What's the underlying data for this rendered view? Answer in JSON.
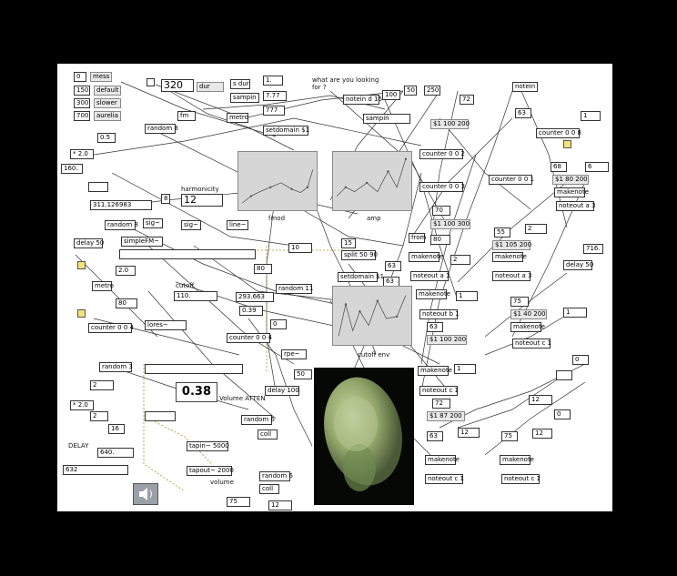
{
  "labels": {
    "mess": "mess",
    "default": "default",
    "slower": "slower",
    "aurelia": "aurelia",
    "dur": "dur",
    "sdur": "s dur",
    "sampin": "sampin",
    "random8a": "random 8",
    "fm": "fm",
    "metro": "metro",
    "setdomain": "setdomain $1",
    "what": "what are you looking for ?",
    "noteind16": "notein d 16",
    "sampin2": "sampin",
    "notein": "notein",
    "r1100200": "$1 100 200",
    "counter008": "counter 0 0 8",
    "harmonicity": "harmonicity",
    "counter002": "counter 0 0 2",
    "counter003": "counter 0 0 3",
    "counter001": "counter 0 0 1",
    "fmod": "fmod",
    "amp": "amp",
    "random8b": "random 8",
    "sig1": "sig~",
    "sig2": "sig~",
    "line": "line~",
    "r1180200": "$1 80 200",
    "makenote1": "makenote",
    "noteoutx": "noteout a 3",
    "simpleFM": "simpleFM~",
    "r1100300": "$1 100 300",
    "delay50a": "delay 50",
    "r1105200": "$1 105 200",
    "from": "from",
    "makenote2": "makenote",
    "noteouta1": "noteout a 1",
    "makenote3": "makenote",
    "noteoutb1": "noteout b 1",
    "makenote4": "makenote",
    "noteouta3": "noteout a 3",
    "delay50b": "delay 50",
    "split": "split 50 90",
    "setdomain2": "setdomain $1",
    "metro2": "metro",
    "cutoff": "cutoff",
    "random11": "random 11",
    "cutoffenv": "cutoff env",
    "counter004a": "counter 0 0 4",
    "lores": "lores~",
    "counter004b": "counter 0 0 4",
    "r1100200b": "$1 100 200",
    "r1140200": "$1 40 200",
    "random3": "random 3",
    "rpe": "rpe~",
    "makenote5": "makenote",
    "noteoutc1a": "noteout c 1",
    "delay100": "delay 100",
    "volume_atten": "Volume ATTEN",
    "random6a": "random 6",
    "coll1": "coll",
    "r1187200": "$1 87 200",
    "delay_label": "DELAY",
    "tapin": "tapin~ 5000",
    "tapout": "tapout~ 2000",
    "volume": "volume",
    "random6b": "random 6",
    "coll2": "coll",
    "makenote6": "makenote",
    "noteoutc1b": "noteout c 1",
    "makenote7": "makenote",
    "noteoutc1c": "noteout c 1"
  },
  "numbers": {
    "n0": "0",
    "n150": "150",
    "n300": "300",
    "n700": "700",
    "n320": "320",
    "n1": "1.",
    "n777": "7.77",
    "n777b": "777",
    "n100": "100",
    "n50": "50",
    "n250": "250",
    "n72": "72",
    "n05": "0.5",
    "n20": "* 2.0",
    "n160": "160.",
    "n311": "311.126983",
    "n8": "8",
    "n12": "12",
    "n68": "68",
    "n6": "6",
    "n70": "70",
    "n15": "15",
    "n55": "55",
    "n80": "80",
    "n716": "716.",
    "n10": "10",
    "n20b": "2.0",
    "n110": "110.",
    "n293": "293.663",
    "n039": "0.39",
    "n63a": "63",
    "n63b": "63",
    "n63c": "63",
    "n2": "2",
    "n1b": "1",
    "n1c": "1",
    "n0b": "0",
    "n38": "0.38",
    "n2b": "2",
    "n72b": "72",
    "n16": "16",
    "n640": "640.",
    "n632": "632",
    "n75a": "75",
    "n75b": "75",
    "n12b": "12",
    "n12c": "12",
    "n12d": "12",
    "n50b": "50",
    "n80b": "80",
    "n0c": "0",
    "n1d": "1",
    "n20c": "* 2.0",
    "n2c": "2"
  },
  "big_value": "0.38",
  "accent_color": "#f3e27a",
  "panel_color": "#d6d6d6"
}
